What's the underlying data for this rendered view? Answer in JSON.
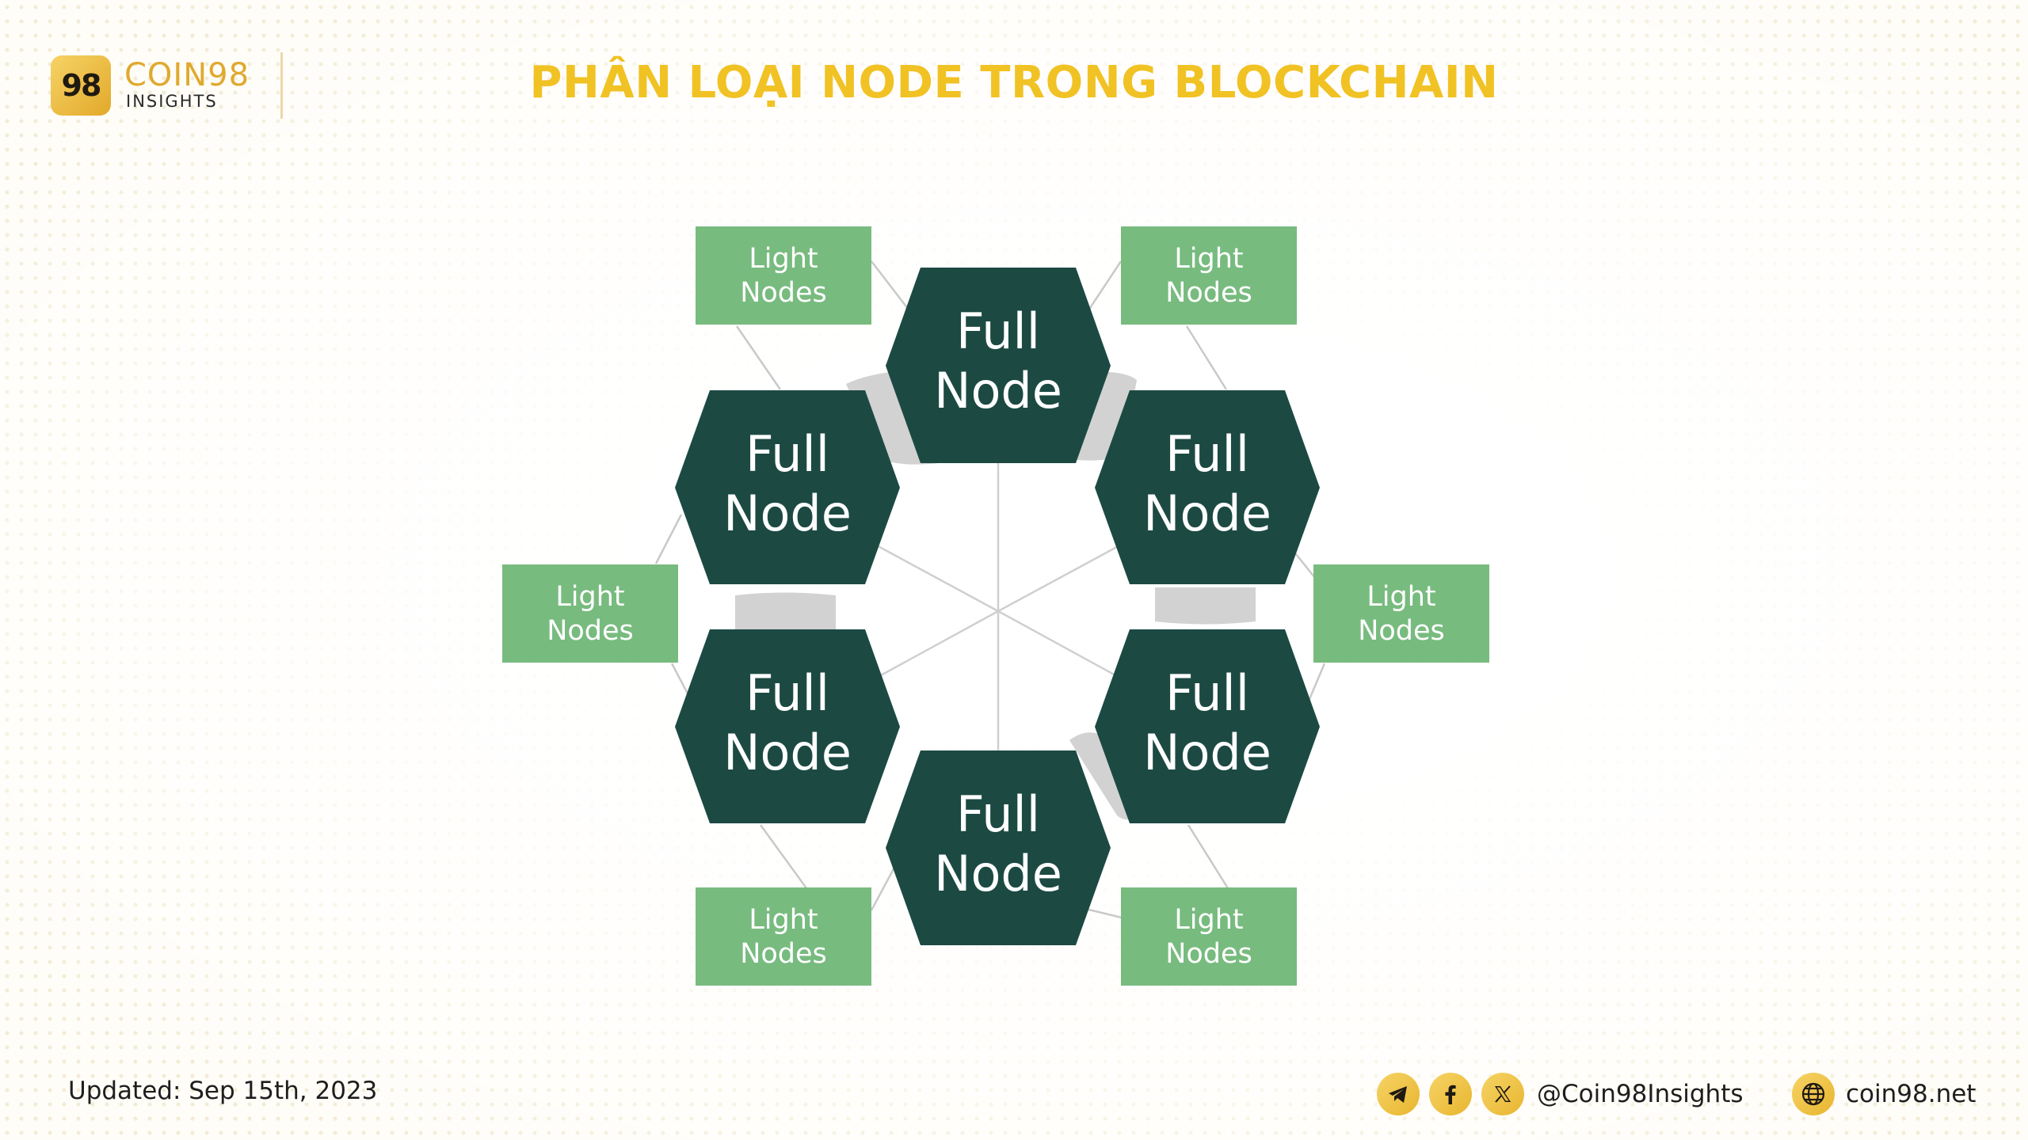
{
  "header": {
    "logo_text": "98",
    "brand_name": "COIN98",
    "brand_sub": "INSIGHTS",
    "title": "PHÂN LOẠI NODE TRONG BLOCKCHAIN"
  },
  "diagram": {
    "full_node_label_line1": "Full",
    "full_node_label_line2": "Node",
    "light_node_label_line1": "Light",
    "light_node_label_line2": "Nodes",
    "full_node_count": 6,
    "light_node_count": 6,
    "colors": {
      "full_node": "#1c4a43",
      "light_node": "#78bb7f",
      "connector": "#c8c8c8",
      "line": "#cfcfcf"
    }
  },
  "footer": {
    "updated": "Updated: Sep 15th, 2023",
    "social_icons": [
      "telegram-icon",
      "facebook-icon",
      "x-icon"
    ],
    "handle": "@Coin98Insights",
    "site_icon": "globe-icon",
    "site": "coin98.net"
  }
}
